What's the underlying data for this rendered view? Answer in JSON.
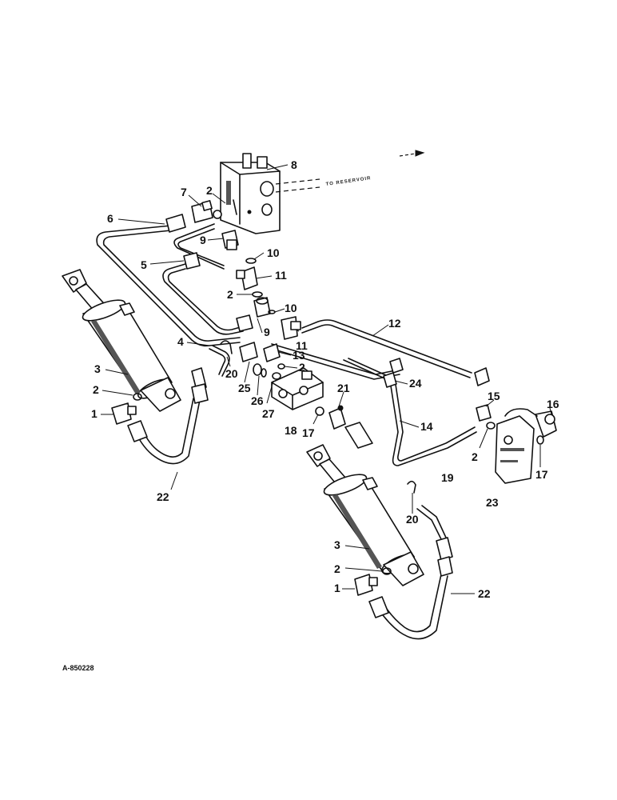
{
  "diagram": {
    "reservoir_note": "TO RESERVOIR",
    "figure_number": "A-850228",
    "callouts": [
      "1",
      "2",
      "3",
      "4",
      "5",
      "6",
      "7",
      "8",
      "9",
      "10",
      "11",
      "12",
      "13",
      "14",
      "15",
      "16",
      "17",
      "18",
      "19",
      "20",
      "21",
      "22",
      "23",
      "24",
      "25",
      "26",
      "27"
    ]
  }
}
